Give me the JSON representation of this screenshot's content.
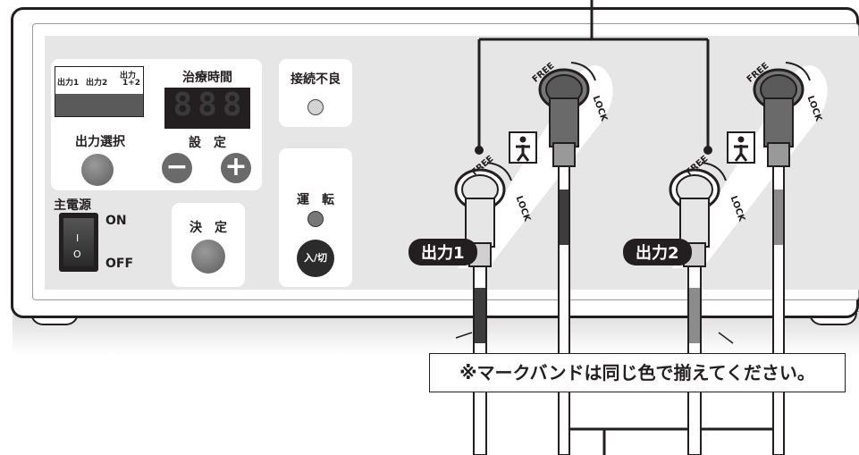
{
  "panel": {
    "output_selector": {
      "heading_out1": "出力1",
      "heading_out2": "出力2",
      "heading_both_top": "出力",
      "heading_both_bottom": "1+2",
      "label": "出力選択"
    },
    "treatment_time": {
      "label": "治療時間",
      "display": [
        "8",
        "8",
        "8"
      ],
      "setting_label": "設　定",
      "minus_symbol": "−",
      "plus_symbol": "+"
    },
    "connection_error": {
      "label": "接続不良"
    },
    "main_power": {
      "label": "主電源",
      "on": "ON",
      "off": "OFF",
      "rocker_top": "I",
      "rocker_bottom": "O"
    },
    "confirm": {
      "label": "決　定"
    },
    "operation": {
      "label": "運　転",
      "button": "入/切"
    }
  },
  "outputs": [
    {
      "label": "出力1",
      "free": "FREE",
      "lock": "LOCK"
    },
    {
      "label": "出力2",
      "free": "FREE",
      "lock": "LOCK"
    }
  ],
  "note": "※マークバンドは同じ色で揃えてください。",
  "colors": {
    "outline": "#231f20",
    "panel_bg": "#e6e6e6",
    "band_dark": "#3d3d3d",
    "band_gray": "#8c8c8c",
    "button_gray": "#777777"
  },
  "icons": [
    "person-icon",
    "rotation-arrow-icon",
    "minus-icon",
    "plus-icon"
  ]
}
